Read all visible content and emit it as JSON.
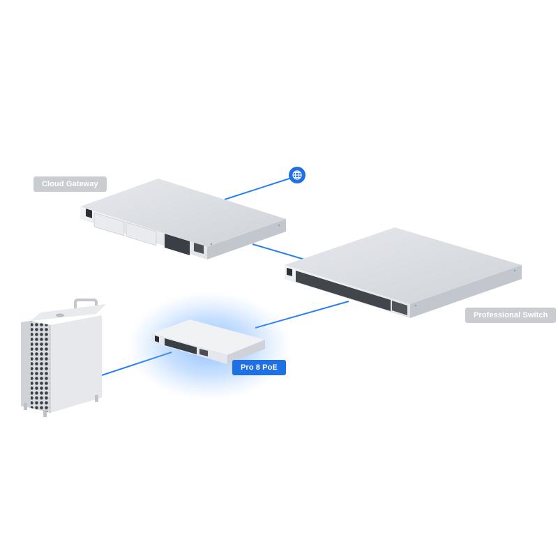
{
  "diagram": {
    "nodes": {
      "internet": {
        "icon": "globe-icon"
      },
      "cloud_gateway": {
        "label": "Cloud Gateway"
      },
      "professional_switch": {
        "label": "Professional Switch"
      },
      "pro8poe": {
        "label": "Pro 8 PoE",
        "highlighted": true
      },
      "workstation": {
        "icon": "tower-computer-icon"
      }
    },
    "links": [
      {
        "from": "cloud_gateway",
        "to": "internet"
      },
      {
        "from": "cloud_gateway",
        "to": "professional_switch"
      },
      {
        "from": "professional_switch",
        "to": "pro8poe"
      },
      {
        "from": "pro8poe",
        "to": "workstation"
      }
    ]
  },
  "colors": {
    "link": "#2a7ff0",
    "accent": "#1f6fe5",
    "label_gray": "#c9ccd1",
    "device": "#d9dce2",
    "glow": "#4f9cff"
  }
}
